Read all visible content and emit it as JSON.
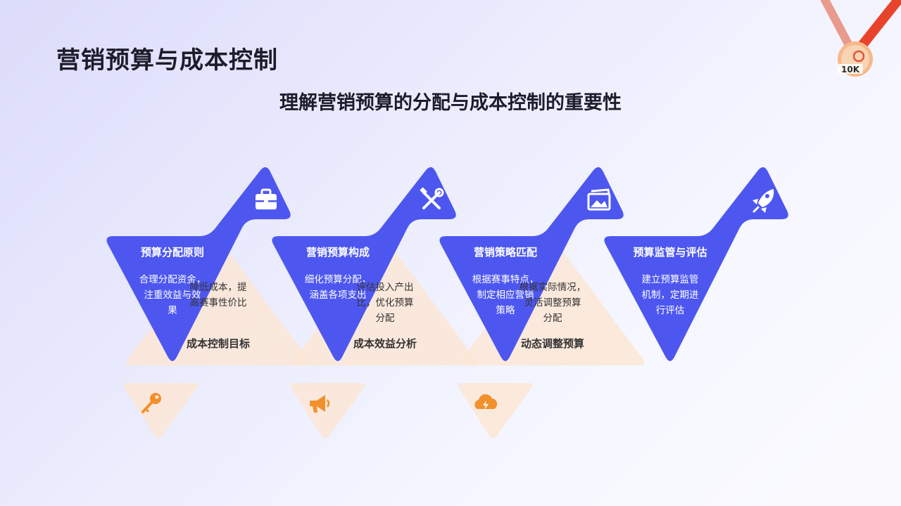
{
  "header": {
    "title": "营销预算与成本控制",
    "subtitle": "理解营销预算的分配与成本控制的重要性"
  },
  "badge": {
    "text": "10K"
  },
  "colors": {
    "primary": "#4d57f0",
    "secondary": "#fbe6d6",
    "accent_orange": "#f2902c",
    "text_dark": "#1c1c2a"
  },
  "steps": [
    {
      "title": "预算分配原则",
      "desc_lines": [
        "合理分配资金，",
        "注重效益与效",
        "果"
      ],
      "icon": "briefcase-icon"
    },
    {
      "title": "营销预算构成",
      "desc_lines": [
        "细化预算分配，",
        "涵盖各项支出"
      ],
      "icon": "tools-icon"
    },
    {
      "title": "营销策略匹配",
      "desc_lines": [
        "根据赛事特点，",
        "制定相应营销",
        "策略"
      ],
      "icon": "image-icon"
    },
    {
      "title": "预算监管与评估",
      "desc_lines": [
        "建立预算监管",
        "机制，定期进",
        "行评估"
      ],
      "icon": "rocket-icon"
    }
  ],
  "goals": [
    {
      "title": "成本控制目标",
      "desc_lines": [
        "降低成本，提",
        "高赛事性价比"
      ],
      "icon": "key-icon"
    },
    {
      "title": "成本效益分析",
      "desc_lines": [
        "评估投入产出",
        "比，优化预算",
        "分配"
      ],
      "icon": "megaphone-icon"
    },
    {
      "title": "动态调整预算",
      "desc_lines": [
        "根据实际情况，",
        "灵活调整预算",
        "分配"
      ],
      "icon": "cloud-lightning-icon"
    }
  ]
}
